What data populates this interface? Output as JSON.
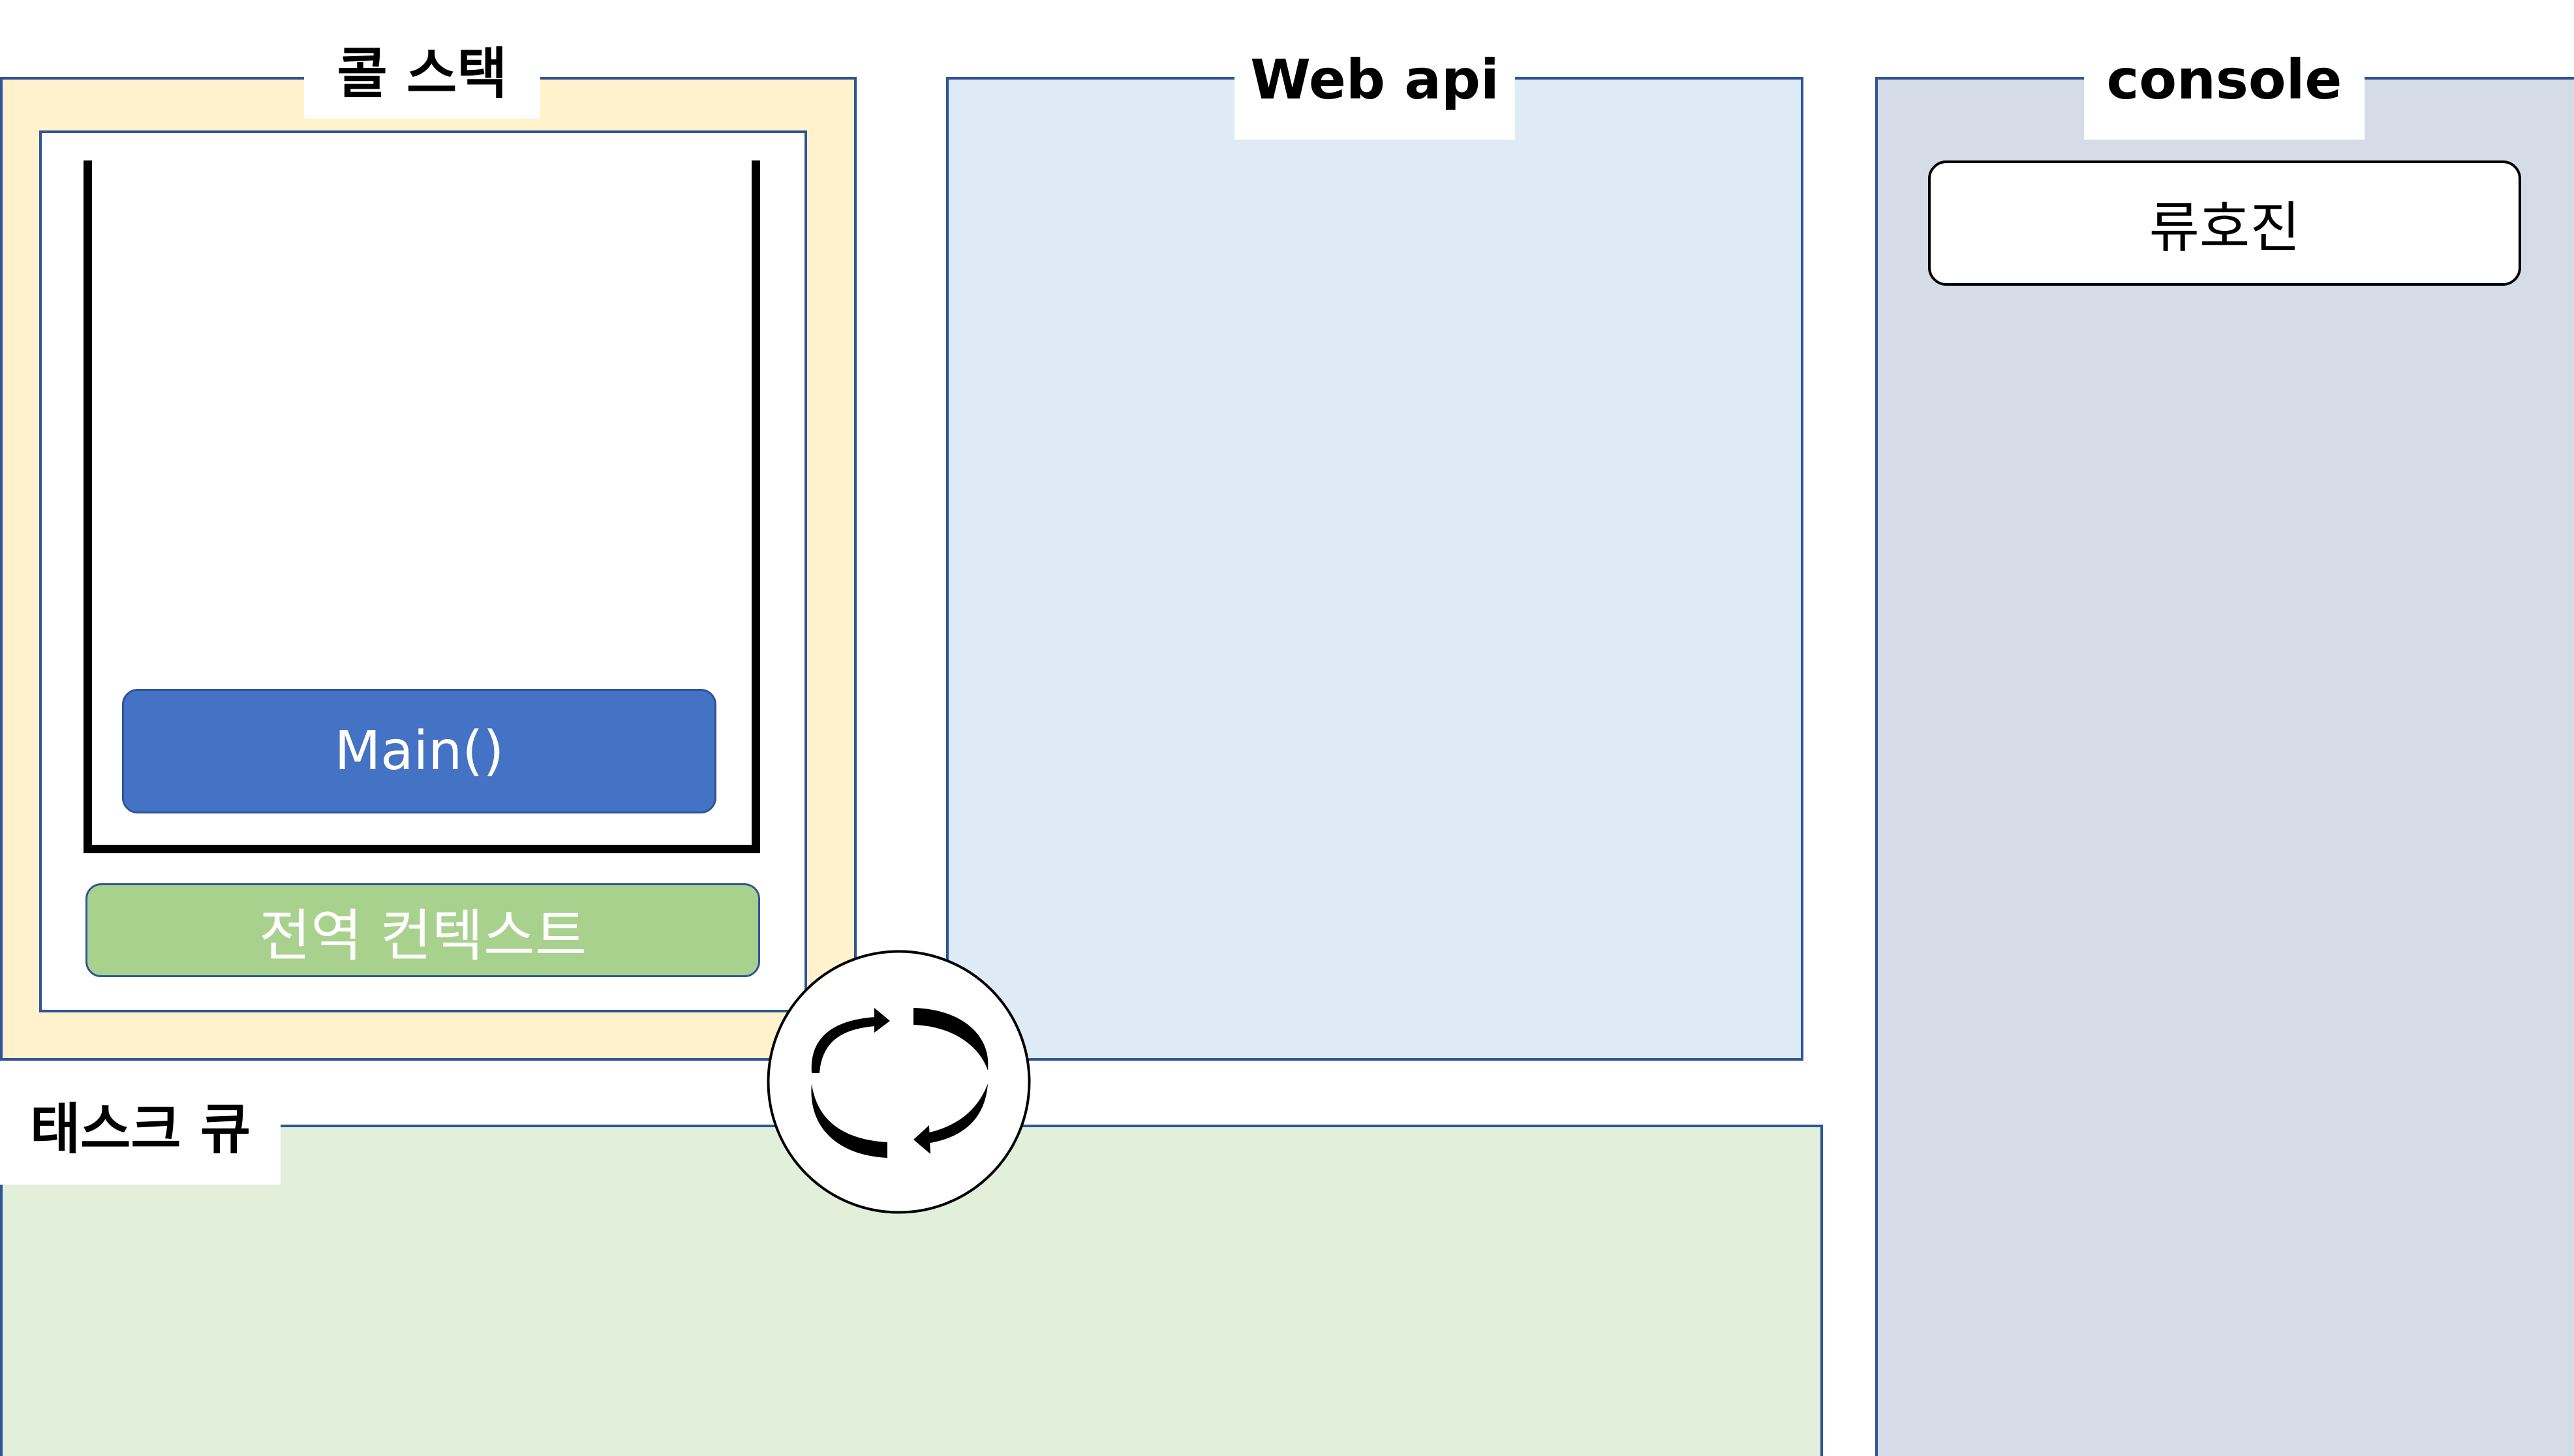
{
  "call_stack": {
    "title": "콜 스택",
    "frames": [
      "Main()"
    ],
    "global_context": "전역 컨텍스트"
  },
  "web_api": {
    "title": "Web api"
  },
  "console": {
    "title": "console",
    "lines": [
      "류호진"
    ]
  },
  "task_queue": {
    "title": "태스크 큐"
  },
  "event_loop": {
    "icon": "event-loop-cycle-icon"
  },
  "colors": {
    "call_stack_bg": "#fff2cc",
    "web_api_bg": "#deebf7",
    "console_bg": "#d6dce5",
    "task_queue_bg": "#e2efda",
    "frame_bg": "#4472c4",
    "global_context_bg": "#a9d18e",
    "border": "#2f5597"
  }
}
